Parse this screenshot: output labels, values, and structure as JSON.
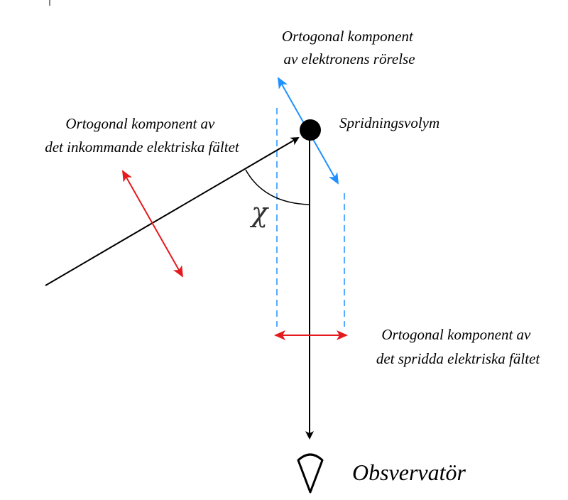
{
  "labels": {
    "electron_motion": [
      "Ortogonal komponent",
      "av elektronens rörelse"
    ],
    "incoming_field": [
      "Ortogonal komponent av",
      "det inkommande elektriska fältet"
    ],
    "scattering_volume": "Spridningsvolym",
    "scattered_field": [
      "Ortogonal komponent av",
      "det spridda elektriska fältet"
    ],
    "observer": "Obsvervatör",
    "angle_symbol": "χ"
  },
  "colors": {
    "ray": "#000000",
    "incoming_field": "#e41a1c",
    "electron_motion": "#1e90ff",
    "guide_lines": "#1e90ff",
    "scattered_field": "#e41a1c",
    "scattering_volume": "#000000"
  },
  "icons": {
    "scattering_volume": "filled-circle",
    "observer": "eye-triangle-icon"
  }
}
